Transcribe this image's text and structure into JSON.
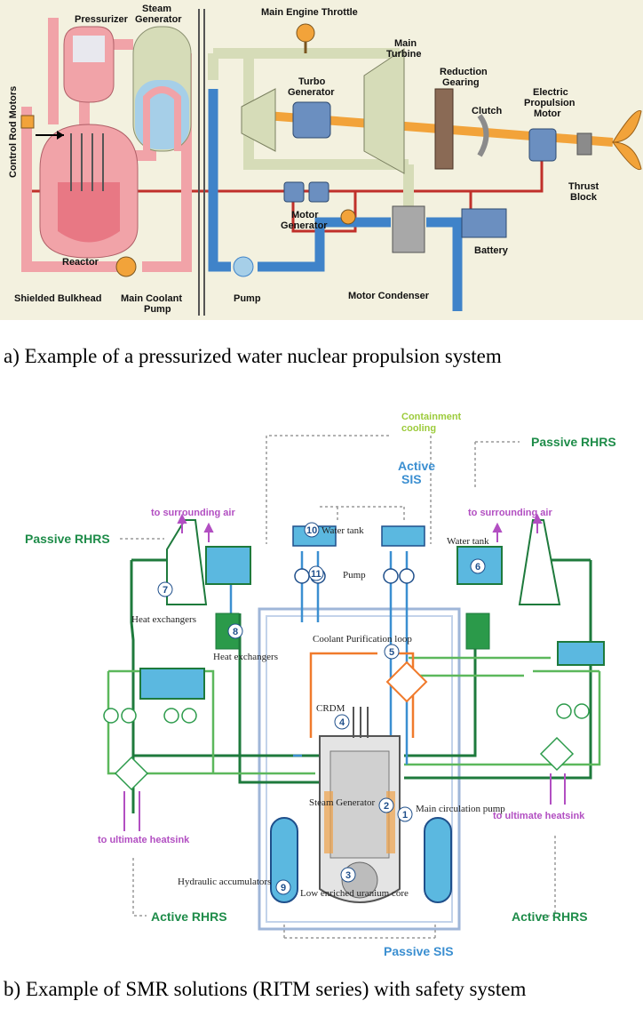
{
  "panel_a": {
    "labels": {
      "pressurizer": "Pressurizer",
      "steam_generator": "Steam\nGenerator",
      "main_engine_throttle": "Main Engine Throttle",
      "main_turbine": "Main\nTurbine",
      "reduction_gearing": "Reduction\nGearing",
      "turbo_generator": "Turbo\nGenerator",
      "clutch": "Clutch",
      "electric_propulsion_motor": "Electric\nPropulsion\nMotor",
      "control_rod_motors": "Control Rod Motors",
      "thrust_block": "Thrust\nBlock",
      "motor_generator": "Motor\nGenerator",
      "battery": "Battery",
      "reactor": "Reactor",
      "shielded_bulkhead": "Shielded Bulkhead",
      "main_coolant_pump": "Main Coolant\nPump",
      "pump": "Pump",
      "motor_condenser": "Motor Condenser"
    },
    "caption": "a)   Example of a pressurized water nuclear propulsion system"
  },
  "panel_b": {
    "labels": {
      "containment_cooling": "Containment\ncooling",
      "passive_rhrs_right": "Passive RHRS",
      "active_sis": "Active\nSIS",
      "to_surrounding_air_left": "to surrounding air",
      "to_surrounding_air_right": "to surrounding air",
      "passive_rhrs_left": "Passive RHRS",
      "water_tank_left": "Water tank",
      "water_tank_right": "Water tank",
      "pump": "Pump",
      "heat_exchangers_1": "Heat exchangers",
      "heat_exchangers_2": "Heat exchangers",
      "coolant_purification_loop": "Coolant Purification loop",
      "crdm": "CRDM",
      "steam_generator": "Steam Generator",
      "main_circulation_pump": "Main circulation pump",
      "to_ultimate_heatsink_left": "to ultimate heatsink",
      "to_ultimate_heatsink_right": "to ultimate heatsink",
      "hydraulic_accumulators": "Hydraulic accumulators",
      "low_enriched_uranium_core": "Low enriched uranium core",
      "active_rhrs_left": "Active RHRS",
      "active_rhrs_right": "Active RHRS",
      "passive_sis": "Passive SIS"
    },
    "numbers": [
      "1",
      "2",
      "3",
      "4",
      "5",
      "6",
      "7",
      "8",
      "9",
      "10",
      "11"
    ],
    "caption": "b)   Example of SMR solutions (RITM series) with safety system"
  },
  "colors": {
    "panel_a_bg": "#f3f1df",
    "primary_loop": "#f1a3a8",
    "steam_loop": "#d6dcb8",
    "condensate": "#3f83c9",
    "shaft": "#f2a33a",
    "electric": "#c0302a",
    "green": "#1e8c49",
    "light_green": "#5cb85c",
    "blue": "#3b8fd1",
    "purple": "#b24fc2",
    "orange": "#f07a2c"
  }
}
